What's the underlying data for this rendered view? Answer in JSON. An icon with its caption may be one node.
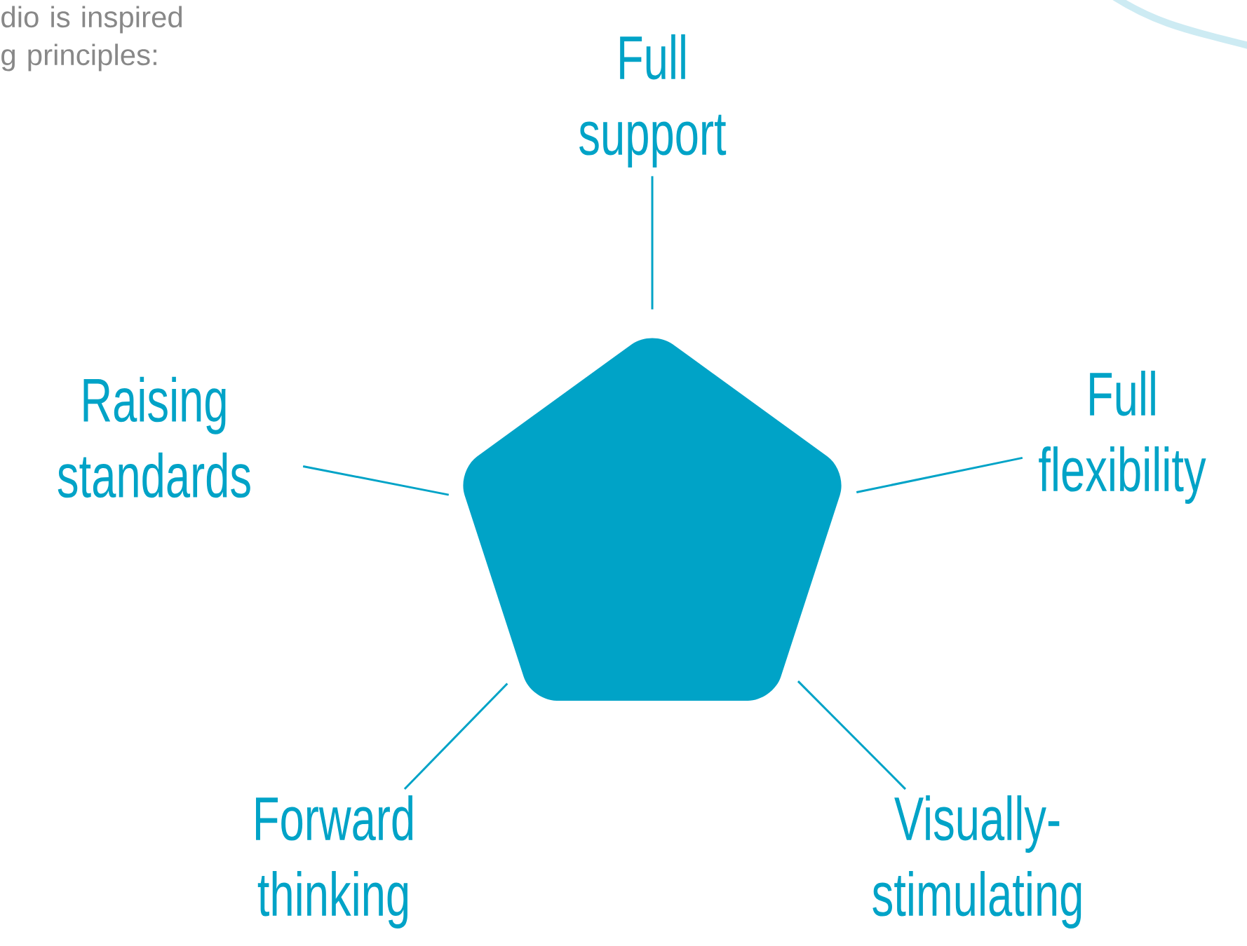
{
  "diagram": {
    "nodes": [
      {
        "text": [],
        "shape": "pentagon"
      },
      {
        "text": [
          "Full support"
        ]
      },
      {
        "text": [
          "Full flexibility"
        ]
      },
      {
        "text": [
          "Visually-stimulating"
        ]
      },
      {
        "text": [
          "Forward thinking"
        ]
      },
      {
        "text": [
          "Raising standards"
        ]
      }
    ],
    "edges": [
      {
        "from": 0,
        "to": 1,
        "arrow": "none"
      },
      {
        "from": 0,
        "to": 2,
        "arrow": "none"
      },
      {
        "from": 0,
        "to": 3,
        "arrow": "none"
      },
      {
        "from": 0,
        "to": 4,
        "arrow": "none"
      },
      {
        "from": 0,
        "to": 5,
        "arrow": "none"
      }
    ],
    "labels": [
      "dio is inspired g principles:"
    ]
  }
}
